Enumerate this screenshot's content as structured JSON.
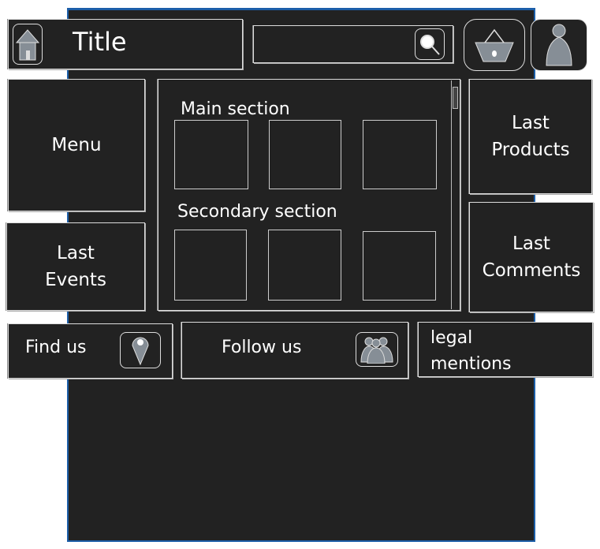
{
  "header": {
    "title": "Title",
    "search": {
      "placeholder": ""
    }
  },
  "sidebar": {
    "menu": "Menu",
    "last_events": "Last Events"
  },
  "main": {
    "main_section": "Main section",
    "secondary_section": "Secondary section"
  },
  "right": {
    "last_products": "Last Products",
    "last_comments": "Last Comments"
  },
  "footer": {
    "find_us": "Find us",
    "follow_us": "Follow us",
    "legal": "legal mentions"
  },
  "colors": {
    "frame_border": "#1c5ea8",
    "background": "#222222",
    "icon_fill": "#868e96"
  }
}
